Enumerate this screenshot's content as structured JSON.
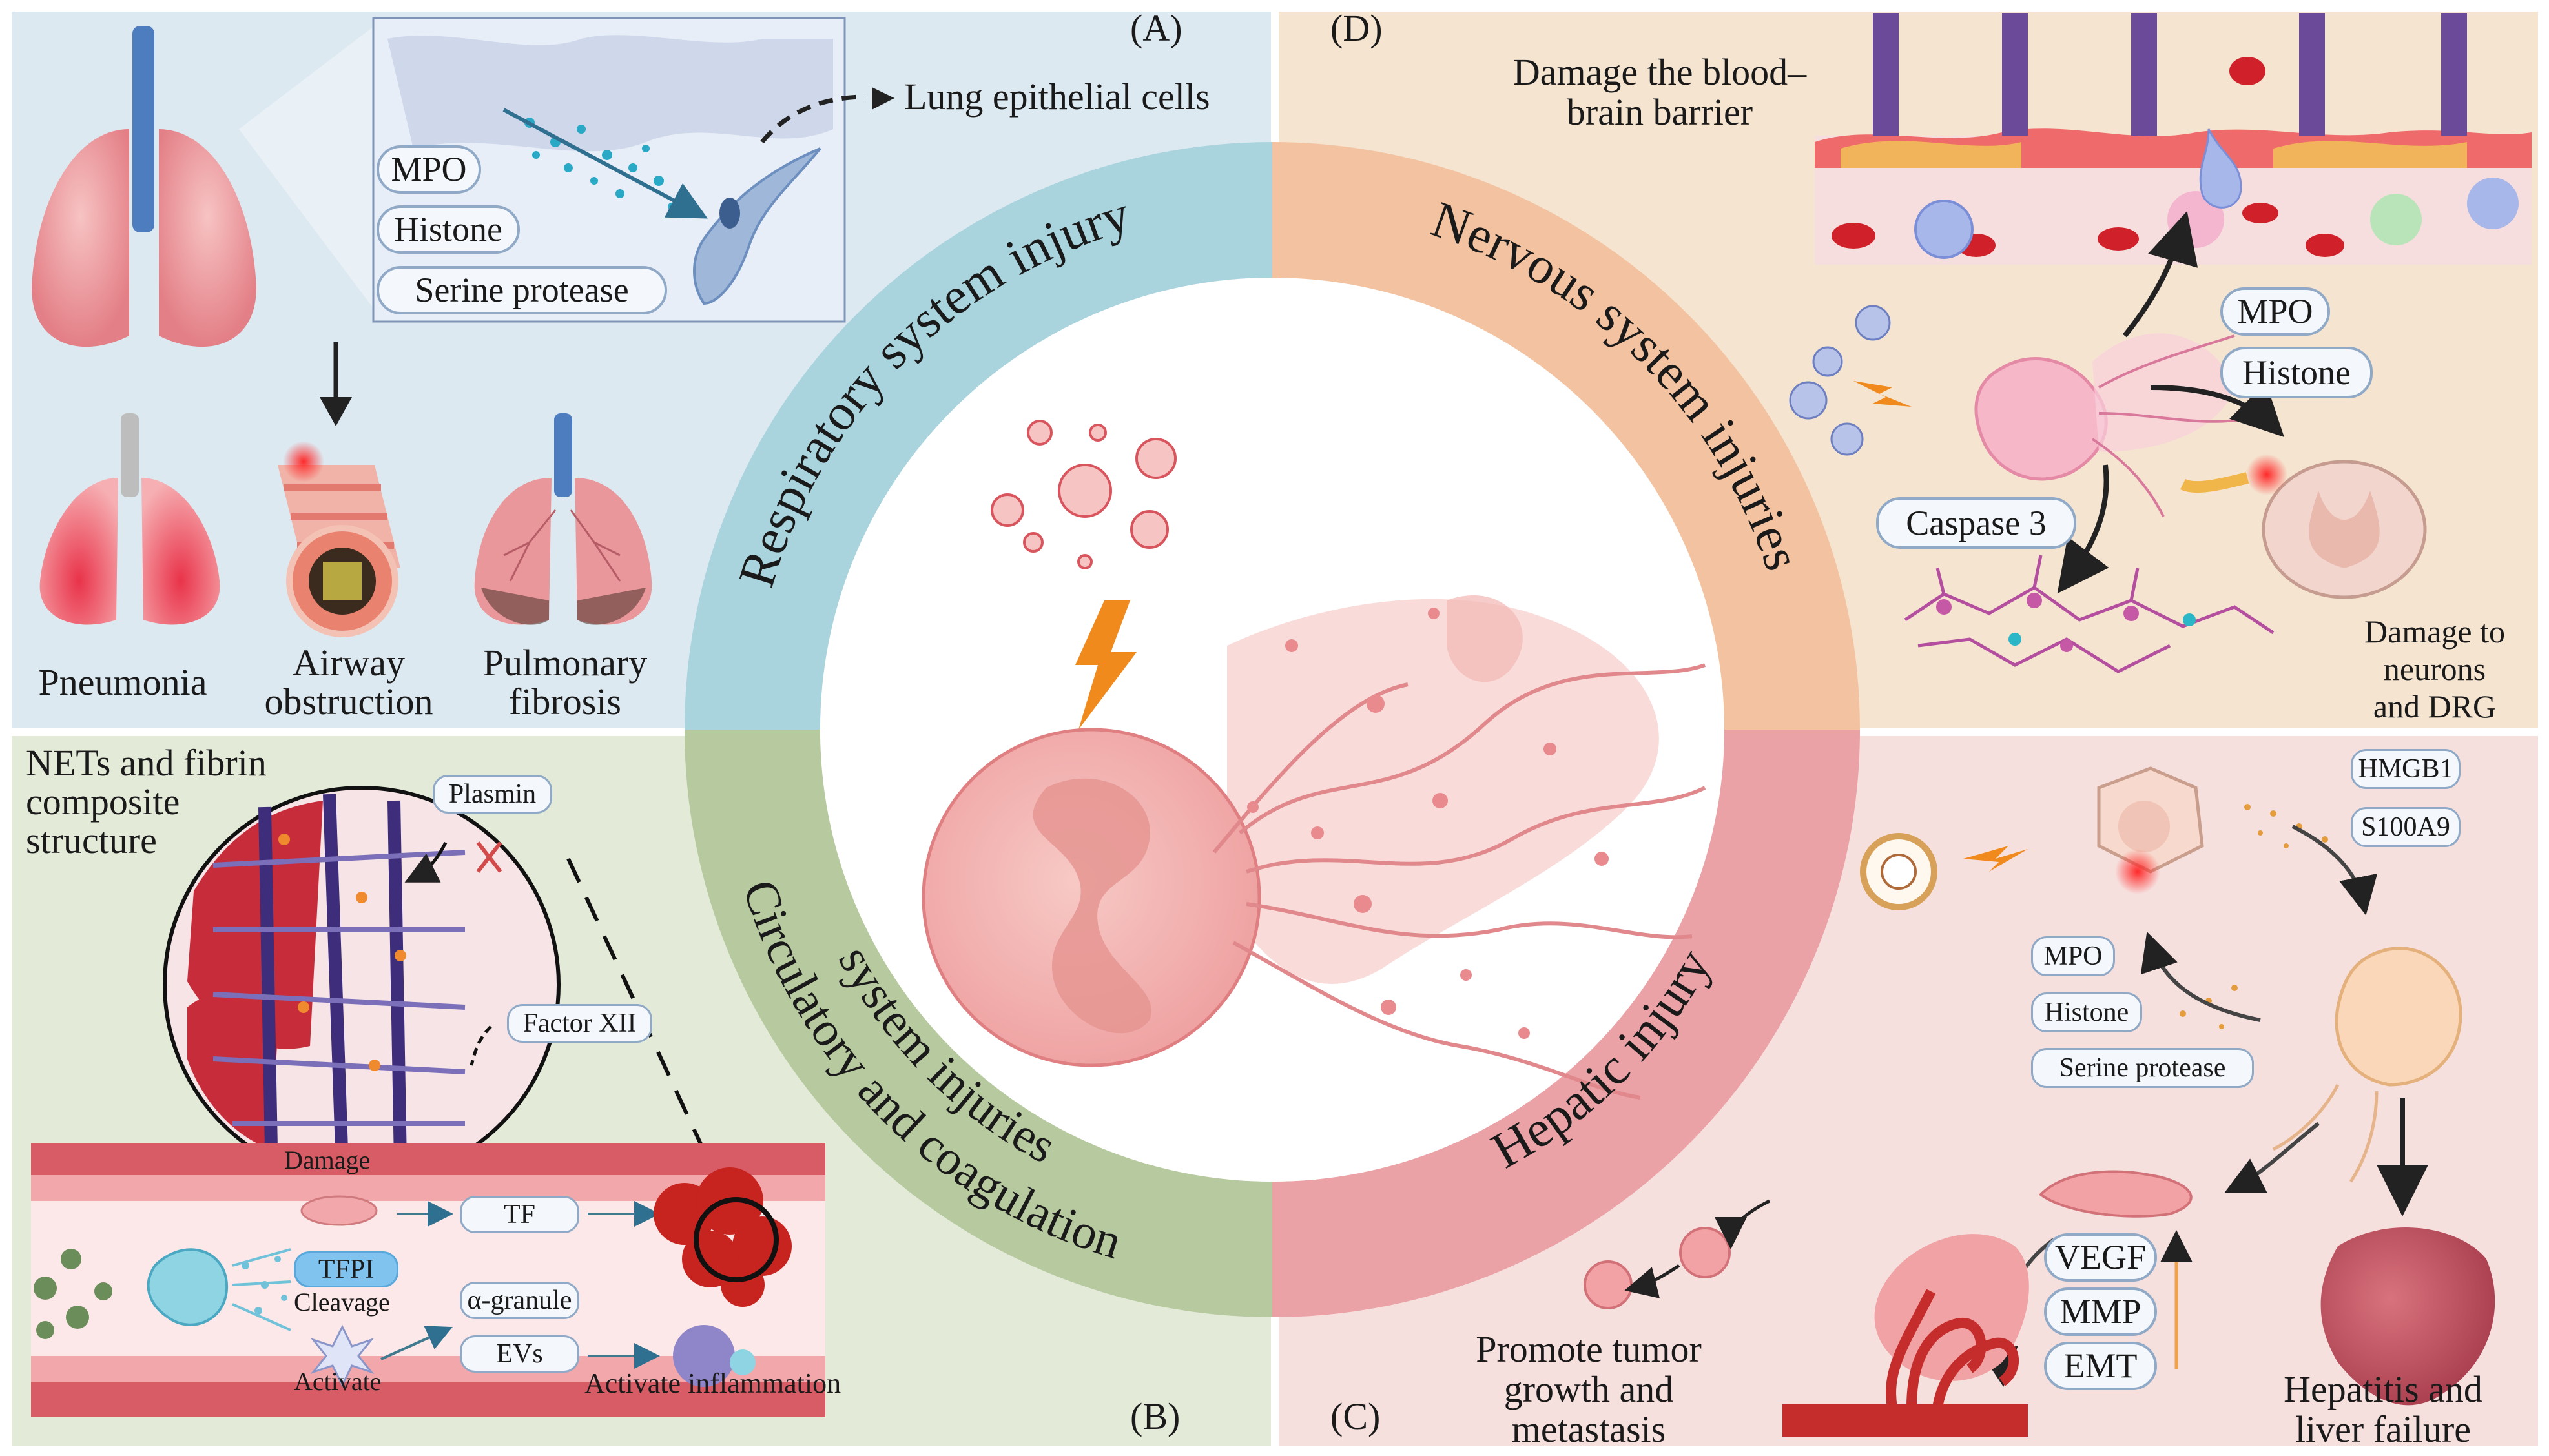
{
  "panels": {
    "a": {
      "letter": "(A)",
      "callout": "Lung epithelial cells",
      "markers": [
        "MPO",
        "Histone",
        "Serine protease"
      ],
      "outcomes": [
        "Pneumonia",
        "Airway obstruction",
        "Pulmonary fibrosis"
      ],
      "outcome_lines": [
        [
          "Pneumonia"
        ],
        [
          "Airway",
          "obstruction"
        ],
        [
          "Pulmonary",
          "fibrosis"
        ]
      ]
    },
    "b": {
      "letter": "(B)",
      "title_lines": [
        "NETs and fibrin",
        "composite",
        "structure"
      ],
      "plasmin": "Plasmin",
      "factor": "Factor XII",
      "damage": "Damage",
      "tf": "TF",
      "tfpi": "TFPI",
      "cleavage": "Cleavage",
      "alpha": "α-granule",
      "evs": "EVs",
      "activate": "Activate",
      "activate_inflammation": "Activate inflammation"
    },
    "d": {
      "letter": "(D)",
      "bbb_lines": [
        "Damage the blood–",
        "brain barrier"
      ],
      "markers": [
        "MPO",
        "Histone"
      ],
      "caspase": "Caspase 3",
      "neuron_lines": [
        "Damage to",
        "neurons",
        "and DRG"
      ]
    },
    "c": {
      "letter": "(C)",
      "dampers": [
        "HMGB1",
        "S100A9"
      ],
      "markers": [
        "MPO",
        "Histone",
        "Serine protease"
      ],
      "factors": [
        "VEGF",
        "MMP",
        "EMT"
      ],
      "tumor_lines": [
        "Promote tumor",
        "growth and",
        "metastasis"
      ],
      "liver_lines": [
        "Hepatitis and",
        "liver failure"
      ]
    }
  },
  "ring": {
    "respiratory": "Respiratory system injury",
    "nervous": "Nervous system injuries",
    "circulatory_1": "Circulatory and coagulation",
    "circulatory_2": "system injuries",
    "hepatic": "Hepatic injury",
    "colors": {
      "respiratory": "#a9d4de",
      "nervous": "#f3c3a1",
      "circulatory": "#b7c99f",
      "hepatic": "#eaa2a6"
    }
  }
}
